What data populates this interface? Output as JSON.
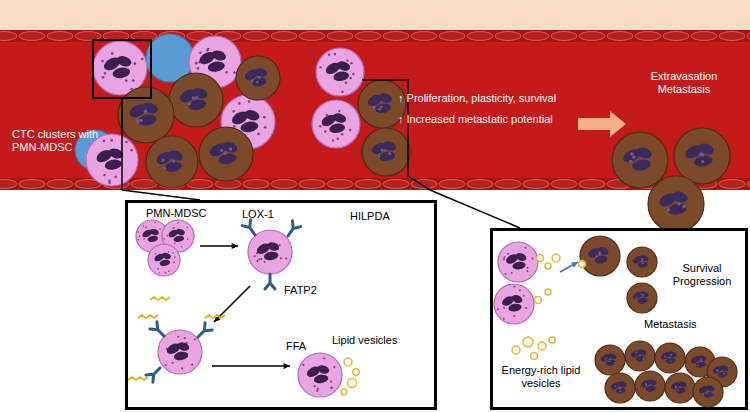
{
  "diagram": {
    "nodes": [
      {
        "text": [
          "CTC clusters with PMN-MDSC",
          "↑ Proliferation, plasticity, survival",
          "↑ Increased metastatic potential",
          "Extravasation Metastasis"
        ]
      },
      {
        "text": [
          "PMN-MDSC",
          "LOX-1",
          "HILPDA",
          "FATP2",
          "FFA",
          "Lipid vesicles"
        ]
      },
      {
        "text": [
          "Survival Progression",
          "Energy-rich lipid vesicles",
          "Metastasis"
        ]
      }
    ],
    "edges": [
      {
        "from": 0,
        "to": 1,
        "arrow": "none"
      },
      {
        "from": 0,
        "to": 2,
        "arrow": "none"
      }
    ]
  }
}
